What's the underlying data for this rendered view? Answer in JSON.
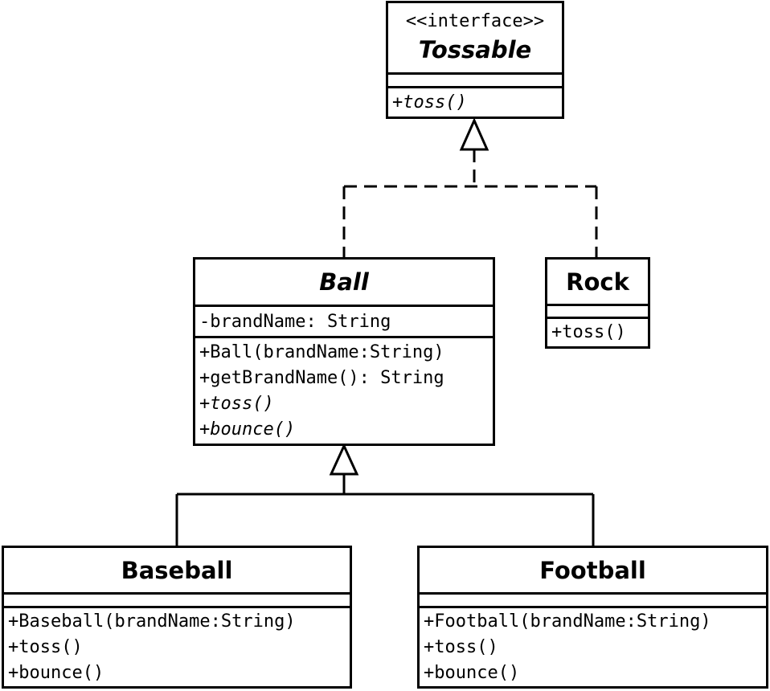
{
  "tossable": {
    "stereotype": "<<interface>>",
    "name": "Tossable",
    "methods": [
      "+toss()"
    ]
  },
  "ball": {
    "name": "Ball",
    "attributes": [
      "-brandName: String"
    ],
    "methods": [
      "+Ball(brandName:String)",
      "+getBrandName(): String",
      "+toss()",
      "+bounce()"
    ]
  },
  "rock": {
    "name": "Rock",
    "methods": [
      "+toss()"
    ]
  },
  "baseball": {
    "name": "Baseball",
    "methods": [
      "+Baseball(brandName:String)",
      "+toss()",
      "+bounce()"
    ]
  },
  "football": {
    "name": "Football",
    "methods": [
      "+Football(brandName:String)",
      "+toss()",
      "+bounce()"
    ]
  }
}
